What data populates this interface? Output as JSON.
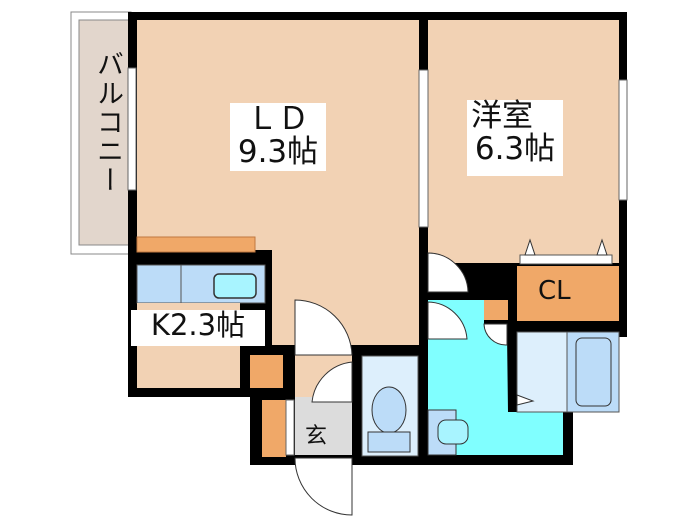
{
  "plan": {
    "rooms": [
      {
        "name": "ＬＤ",
        "size": "9.3帖"
      },
      {
        "name": "洋室",
        "size": "6.3帖"
      },
      {
        "name": "K",
        "size": "2.3帖"
      }
    ],
    "balcony": "バルコニー",
    "closet": "CL",
    "entrance": "玄"
  },
  "colors": {
    "floor": "#f2d2b4",
    "storage": "#f0a868",
    "kitchen": "#bcdcf8",
    "washroom": "#80ffff",
    "bath": "#ddeffc",
    "entrance": "#dcdcdc",
    "balcony": "#e2d6cc",
    "wall": "#000000"
  }
}
